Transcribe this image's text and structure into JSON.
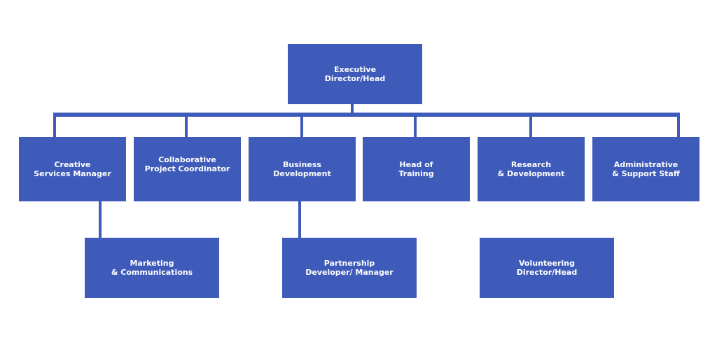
{
  "colors": {
    "box": "#3f5bba",
    "connector": "#3f5bba",
    "text": "#ffffff"
  },
  "root": {
    "line1": "Executive",
    "line2": "Director/Head"
  },
  "level2": [
    {
      "line1": "Creative",
      "line2": "Services Manager"
    },
    {
      "line1": "Collaborative",
      "line2": "Project Coordinator"
    },
    {
      "line1": "Business",
      "line2": "Development"
    },
    {
      "line1": "Head of",
      "line2": "Training"
    },
    {
      "line1": "Research",
      "line2": "& Development"
    },
    {
      "line1": "Administrative",
      "line2": "& Support Staff"
    }
  ],
  "level3": [
    {
      "line1": "Marketing",
      "line2": "& Communications"
    },
    {
      "line1": "Partnership",
      "line2": "Developer/ Manager"
    },
    {
      "line1": "Volunteering",
      "line2": "Director/Head"
    }
  ]
}
